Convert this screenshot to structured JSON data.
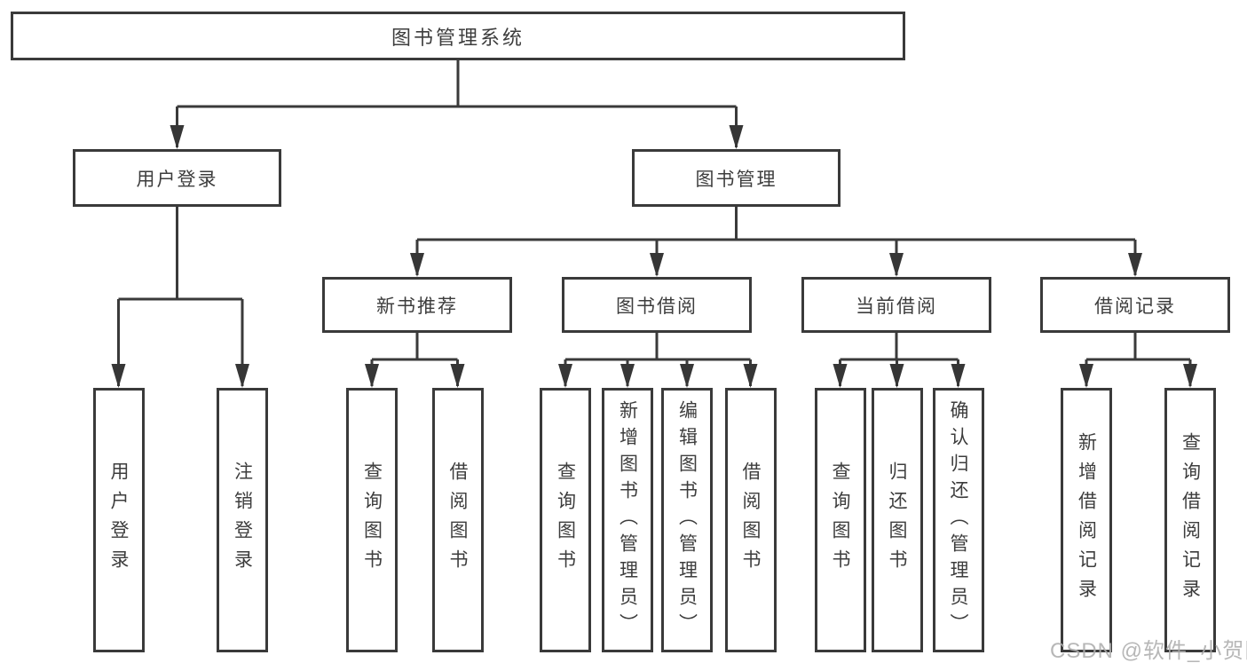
{
  "diagram": {
    "root": {
      "label": "图书管理系统"
    },
    "level2": [
      {
        "label": "用户登录",
        "children": [
          {
            "label": "用户登录"
          },
          {
            "label": "注销登录"
          }
        ]
      },
      {
        "label": "图书管理",
        "children": [
          {
            "label": "新书推荐",
            "children": [
              {
                "label": "查询图书"
              },
              {
                "label": "借阅图书"
              }
            ]
          },
          {
            "label": "图书借阅",
            "children": [
              {
                "label": "查询图书"
              },
              {
                "label": "新增图书（管理员）"
              },
              {
                "label": "编辑图书（管理员）"
              },
              {
                "label": "借阅图书"
              }
            ]
          },
          {
            "label": "当前借阅",
            "children": [
              {
                "label": "查询图书"
              },
              {
                "label": "归还图书"
              },
              {
                "label": "确认归还（管理员）"
              }
            ]
          },
          {
            "label": "借阅记录",
            "children": [
              {
                "label": "新增借阅记录"
              },
              {
                "label": "查询借阅记录"
              }
            ]
          }
        ]
      }
    ]
  },
  "watermark": {
    "text": "CSDN @软件_小贺同学"
  },
  "colors": {
    "line": "#3a3a3a",
    "text": "#3d3d3d",
    "box_background": "#ffffff",
    "watermark_text": "#adadad"
  }
}
